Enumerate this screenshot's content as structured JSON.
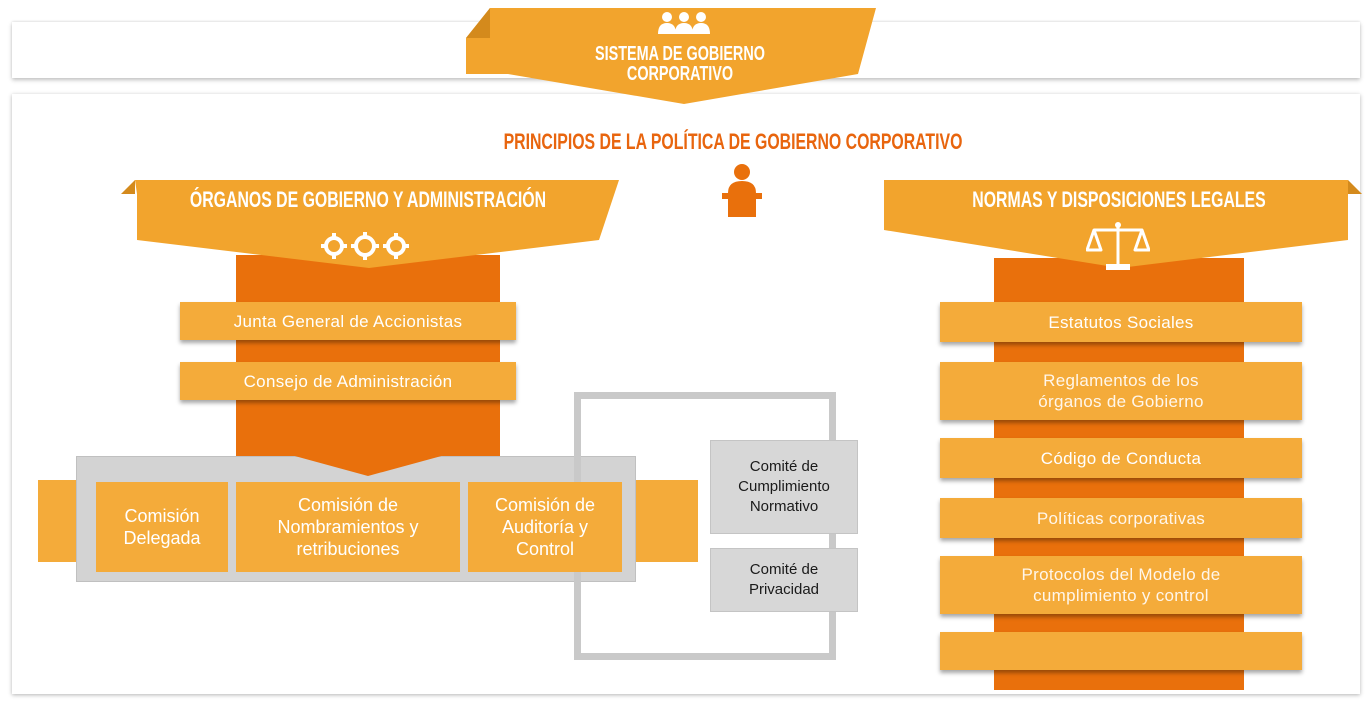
{
  "header": {
    "title_line1": "SISTEMA DE GOBIERNO",
    "title_line2": "CORPORATIVO"
  },
  "principles_title": "PRINCIPIOS DE LA POLÍTICA DE GOBIERNO CORPORATIVO",
  "left_section": {
    "title": "ÓRGANOS DE GOBIERNO Y ADMINISTRACIÓN",
    "items": [
      "Junta General de Accionistas",
      "Consejo de Administración"
    ],
    "commissions": [
      {
        "line1": "Comisión",
        "line2": "Delegada"
      },
      {
        "line1": "Comisión de",
        "line2": "Nombramientos y",
        "line3": "retribuciones"
      },
      {
        "line1": "Comisión de",
        "line2": "Auditoría y",
        "line3": "Control"
      }
    ],
    "committees": [
      {
        "line1": "Comité de",
        "line2": "Cumplimiento",
        "line3": "Normativo"
      },
      {
        "line1": "Comité de",
        "line2": "Privacidad"
      }
    ]
  },
  "right_section": {
    "title": "NORMAS Y DISPOSICIONES LEGALES",
    "items": [
      {
        "line1": "Estatutos Sociales"
      },
      {
        "line1": "Reglamentos de los",
        "line2": "órganos de Gobierno"
      },
      {
        "line1": "Código de Conducta"
      },
      {
        "line1": "Políticas corporativas"
      },
      {
        "line1": "Protocolos del Modelo de",
        "line2": "cumplimiento y control"
      },
      {
        "line1": ""
      }
    ]
  },
  "icons": [
    "people-icon",
    "speaker-podium-icon",
    "gears-icon",
    "scales-icon"
  ],
  "colors": {
    "orange_dark": "#e9700c",
    "orange_light": "#f4ab3a",
    "title_orange": "#e8650e",
    "gray": "#d7d7d7"
  }
}
